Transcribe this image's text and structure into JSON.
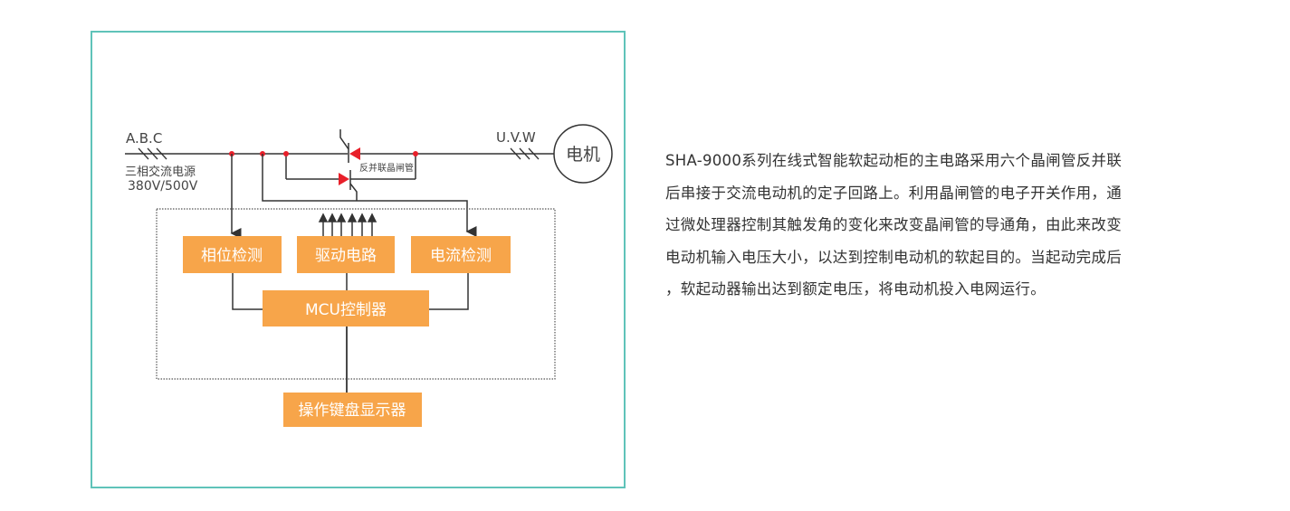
{
  "diagram": {
    "input_label": "A.B.C",
    "input_desc_line1": "三相交流电源",
    "input_desc_line2": "380V/500V",
    "output_label": "U.V.W",
    "motor_label": "电机",
    "thyristor_label": "反并联晶闸管",
    "blocks": {
      "phase_detect": "相位检测",
      "drive_circuit": "驱动电路",
      "current_detect": "电流检测",
      "mcu": "MCU控制器",
      "keyboard_display": "操作键盘显示器"
    },
    "colors": {
      "frame": "#5fc3b9",
      "block": "#f7a54a",
      "junction": "#e8202a",
      "line": "#333333"
    }
  },
  "description": {
    "lines": [
      "SHA-9000系列在线式智能软起动柜的主电路采用六个晶闸管反并联",
      "后串接于交流电动机的定子回路上。利用晶闸管的电子开关作用，通",
      "过微处理器控制其触发角的变化来改变晶闸管的导通角，由此来改变",
      "电动机输入电压大小，以达到控制电动机的软起目的。当起动完成后",
      "，软起动器输出达到额定电压，将电动机投入电网运行。"
    ]
  }
}
